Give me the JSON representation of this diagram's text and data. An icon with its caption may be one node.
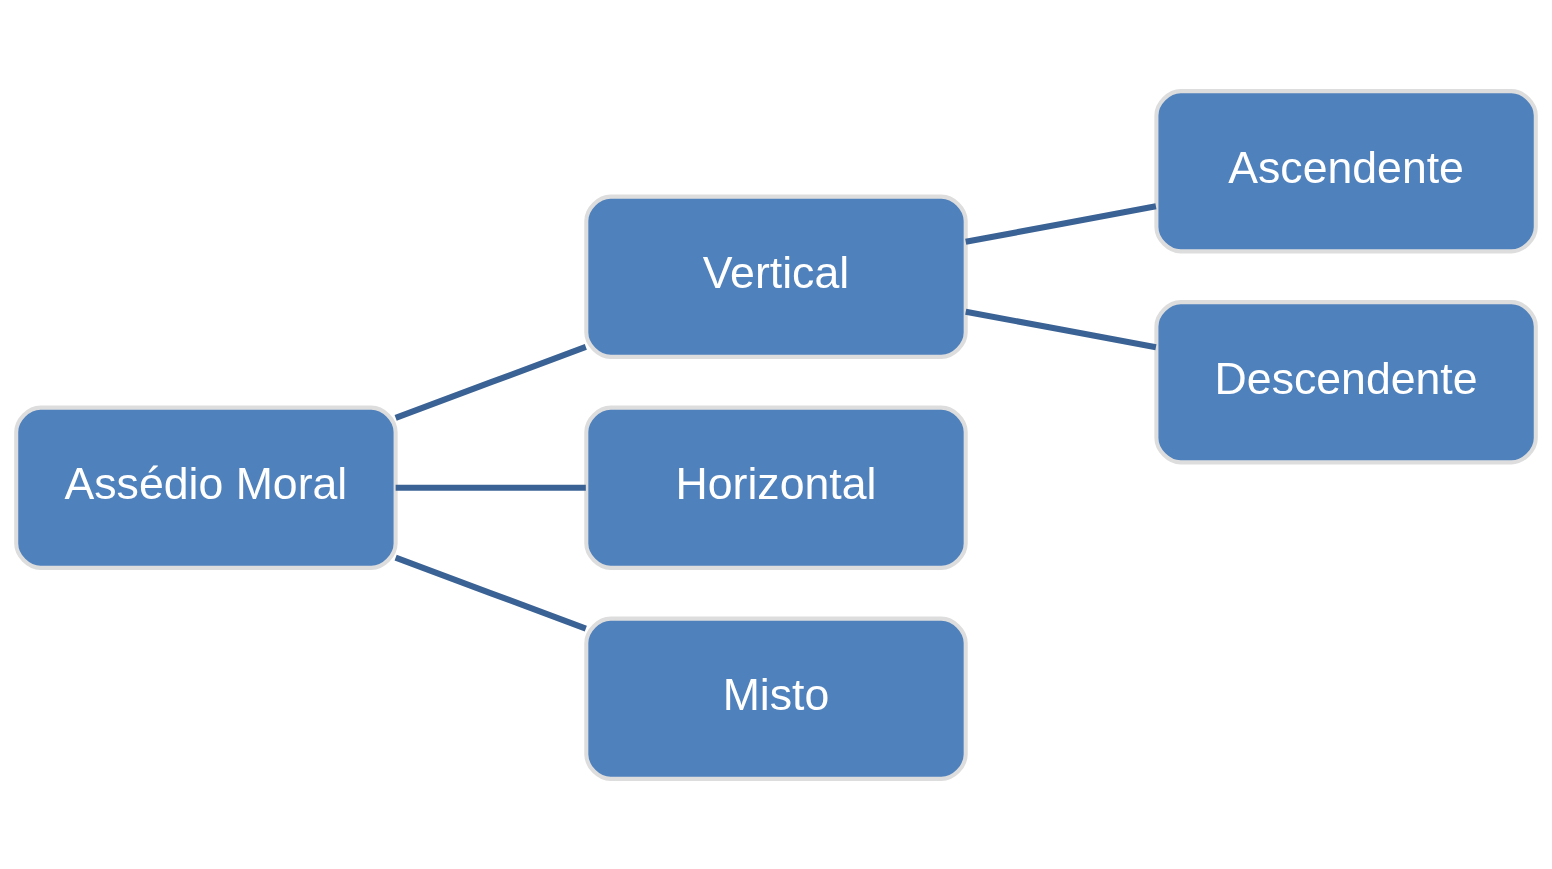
{
  "diagram": {
    "nodes": [
      {
        "text": [
          "Assédio Moral"
        ]
      },
      {
        "text": [
          "Vertical"
        ]
      },
      {
        "text": [
          "Horizontal"
        ]
      },
      {
        "text": [
          "Misto"
        ]
      },
      {
        "text": [
          "Ascendente"
        ]
      },
      {
        "text": [
          "Descendente"
        ]
      }
    ],
    "edges": [
      {
        "from": 0,
        "to": 1,
        "arrow": "none"
      },
      {
        "from": 0,
        "to": 2,
        "arrow": "none"
      },
      {
        "from": 0,
        "to": 3,
        "arrow": "none"
      },
      {
        "from": 1,
        "to": 4,
        "arrow": "none"
      },
      {
        "from": 1,
        "to": 5,
        "arrow": "none"
      }
    ]
  }
}
